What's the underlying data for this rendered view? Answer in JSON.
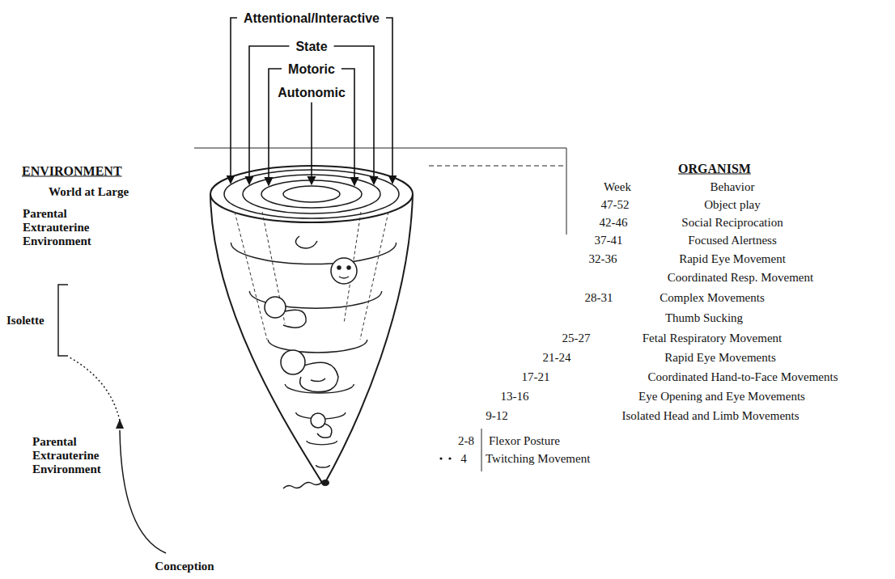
{
  "diagram": {
    "labels": [
      "Attentional/Interactive",
      "State",
      "Motoric",
      "Autonomic",
      "ENVIRONMENT",
      "World at Large",
      "Parental Extrauterine Environment",
      "Isolette",
      "Parental Extrauterine Environment",
      "Conception",
      "ORGANISM",
      "Week",
      "Behavior",
      "47-52",
      "Object play",
      "42-46",
      "Social Reciprocation",
      "37-41",
      "Focused Alertness",
      "32-36",
      "Rapid Eye Movement",
      "Coordinated Resp. Movement",
      "28-31",
      "Complex Movements",
      "Thumb Sucking",
      "25-27",
      "Fetal Respiratory Movement",
      "21-24",
      "Rapid Eye Movements",
      "17-21",
      "Coordinated Hand-to-Face Movements",
      "13-16",
      "Eye Opening and Eye Movements",
      "9-12",
      "Isolated Head and Limb Movements",
      "2-8",
      "Flexor Posture",
      "4",
      "Twitching Movement"
    ]
  }
}
